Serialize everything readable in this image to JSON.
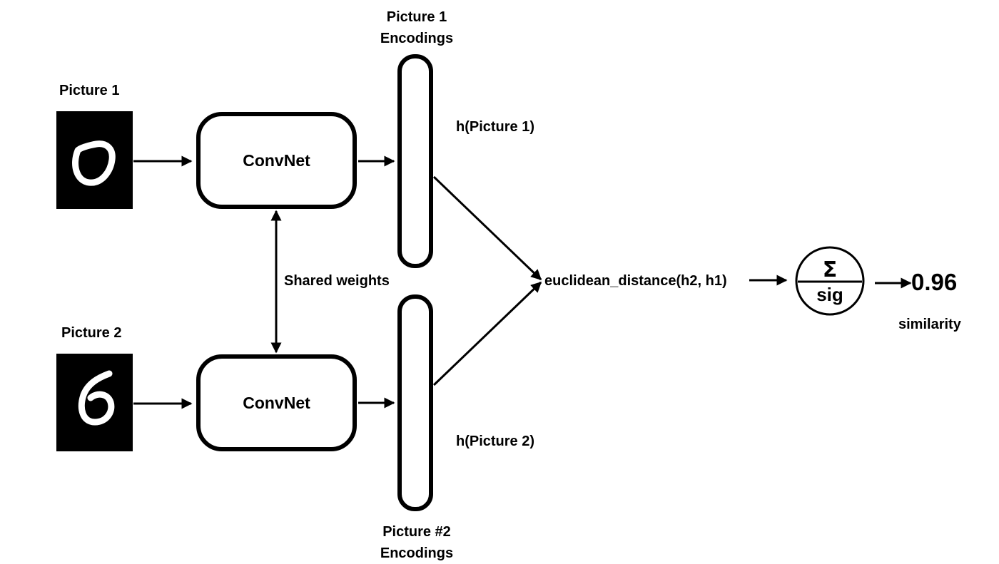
{
  "inputs": [
    {
      "label": "Picture 1",
      "digit": "0"
    },
    {
      "label": "Picture 2",
      "digit": "6"
    }
  ],
  "networks": [
    {
      "label": "ConvNet"
    },
    {
      "label": "ConvNet"
    }
  ],
  "encodings": [
    {
      "title_line1": "Picture 1",
      "title_line2": "Encodings",
      "function_label": "h(Picture 1)"
    },
    {
      "title_line1": "Picture #2",
      "title_line2": "Encodings",
      "function_label": "h(Picture 2)"
    }
  ],
  "shared_weights_label": "Shared weights",
  "distance_label": "euclidean_distance(h2, h1)",
  "activation": {
    "top_symbol": "Σ",
    "bottom_text": "sig"
  },
  "output": {
    "value": "0.96",
    "caption": "similarity"
  },
  "colors": {
    "ink": "#000000",
    "background": "#ffffff",
    "digit_stroke": "#ffffff"
  }
}
